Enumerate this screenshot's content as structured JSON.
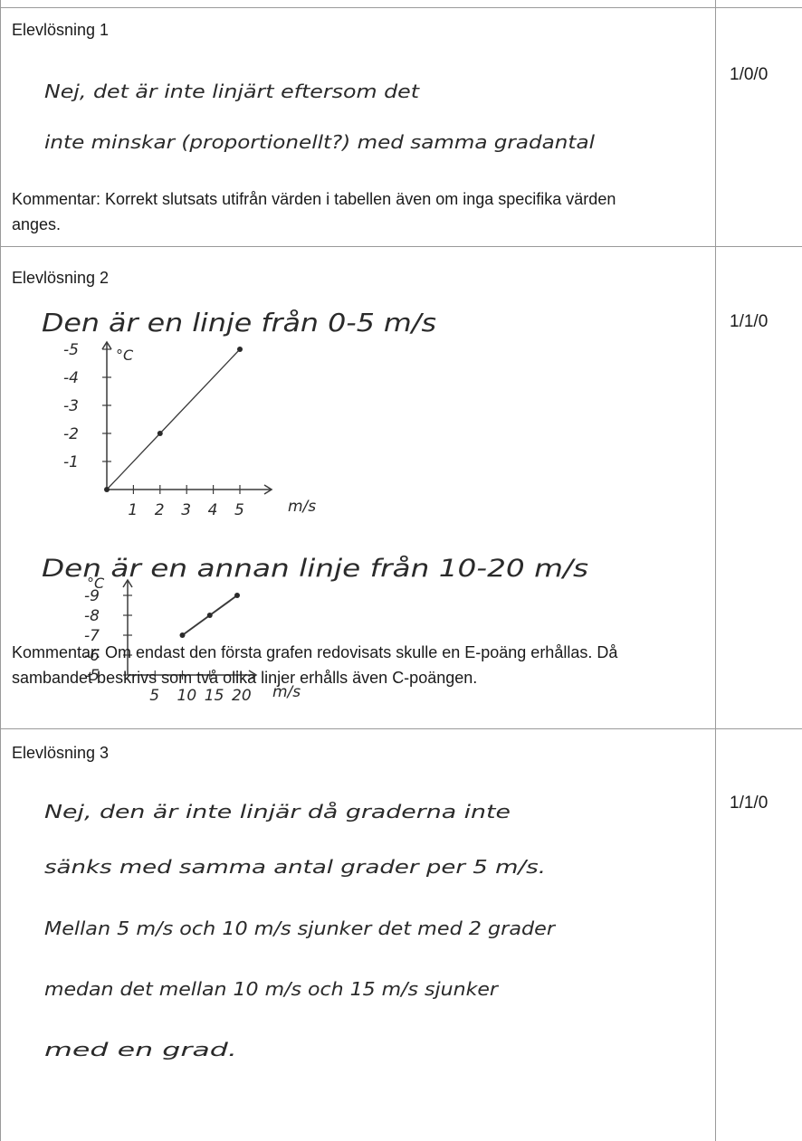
{
  "sections": [
    {
      "label": "Elevlösning 1",
      "score": "1/0/0",
      "handwriting": [
        "Nej, det är inte linjärt eftersom det",
        "inte minskar (proportionellt?) med samma gradantal"
      ],
      "comment": "Kommentar: Korrekt slutsats utifrån värden i tabellen även om inga specifika värden anges."
    },
    {
      "label": "Elevlösning 2",
      "score": "1/1/0",
      "handwriting": [
        "Den är en linje från 0-5 m/s",
        "Den är en annan linje från 10-20 m/s"
      ],
      "comment": "Kommentar: Om endast den första grafen redovisats skulle en E-poäng erhållas. Då sambandet beskrivs som två olika linjer erhålls även C-poängen."
    },
    {
      "label": "Elevlösning 3",
      "score": "1/1/0",
      "handwriting": [
        "Nej, den är inte linjär då graderna inte",
        "sänks med samma antal grader per 5 m/s.",
        "Mellan 5 m/s och 10 m/s sjunker det med 2 grader",
        "medan det mellan 10 m/s och 15 m/s sjunker",
        "med en grad."
      ]
    }
  ],
  "chart_data": [
    {
      "type": "line",
      "xlabel": "m/s",
      "ylabel": "°C",
      "x_ticks": [
        "1",
        "2",
        "3",
        "4",
        "5"
      ],
      "y_ticks": [
        "-1",
        "-2",
        "-3",
        "-4",
        "-5"
      ],
      "xlim": [
        0,
        5
      ],
      "ylim": [
        0,
        5
      ],
      "series": [
        {
          "x": [
            0,
            2,
            5
          ],
          "y": [
            0,
            2,
            5
          ]
        }
      ]
    },
    {
      "type": "line",
      "xlabel": "m/s",
      "ylabel": "°C",
      "x_ticks": [
        "5",
        "10",
        "15",
        "20"
      ],
      "y_ticks": [
        "-5",
        "-6",
        "-7",
        "-8",
        "-9"
      ],
      "xlim": [
        0,
        20
      ],
      "ylim": [
        5,
        9
      ],
      "series": [
        {
          "x": [
            10,
            15,
            20
          ],
          "y": [
            7,
            8,
            9
          ]
        }
      ]
    }
  ]
}
